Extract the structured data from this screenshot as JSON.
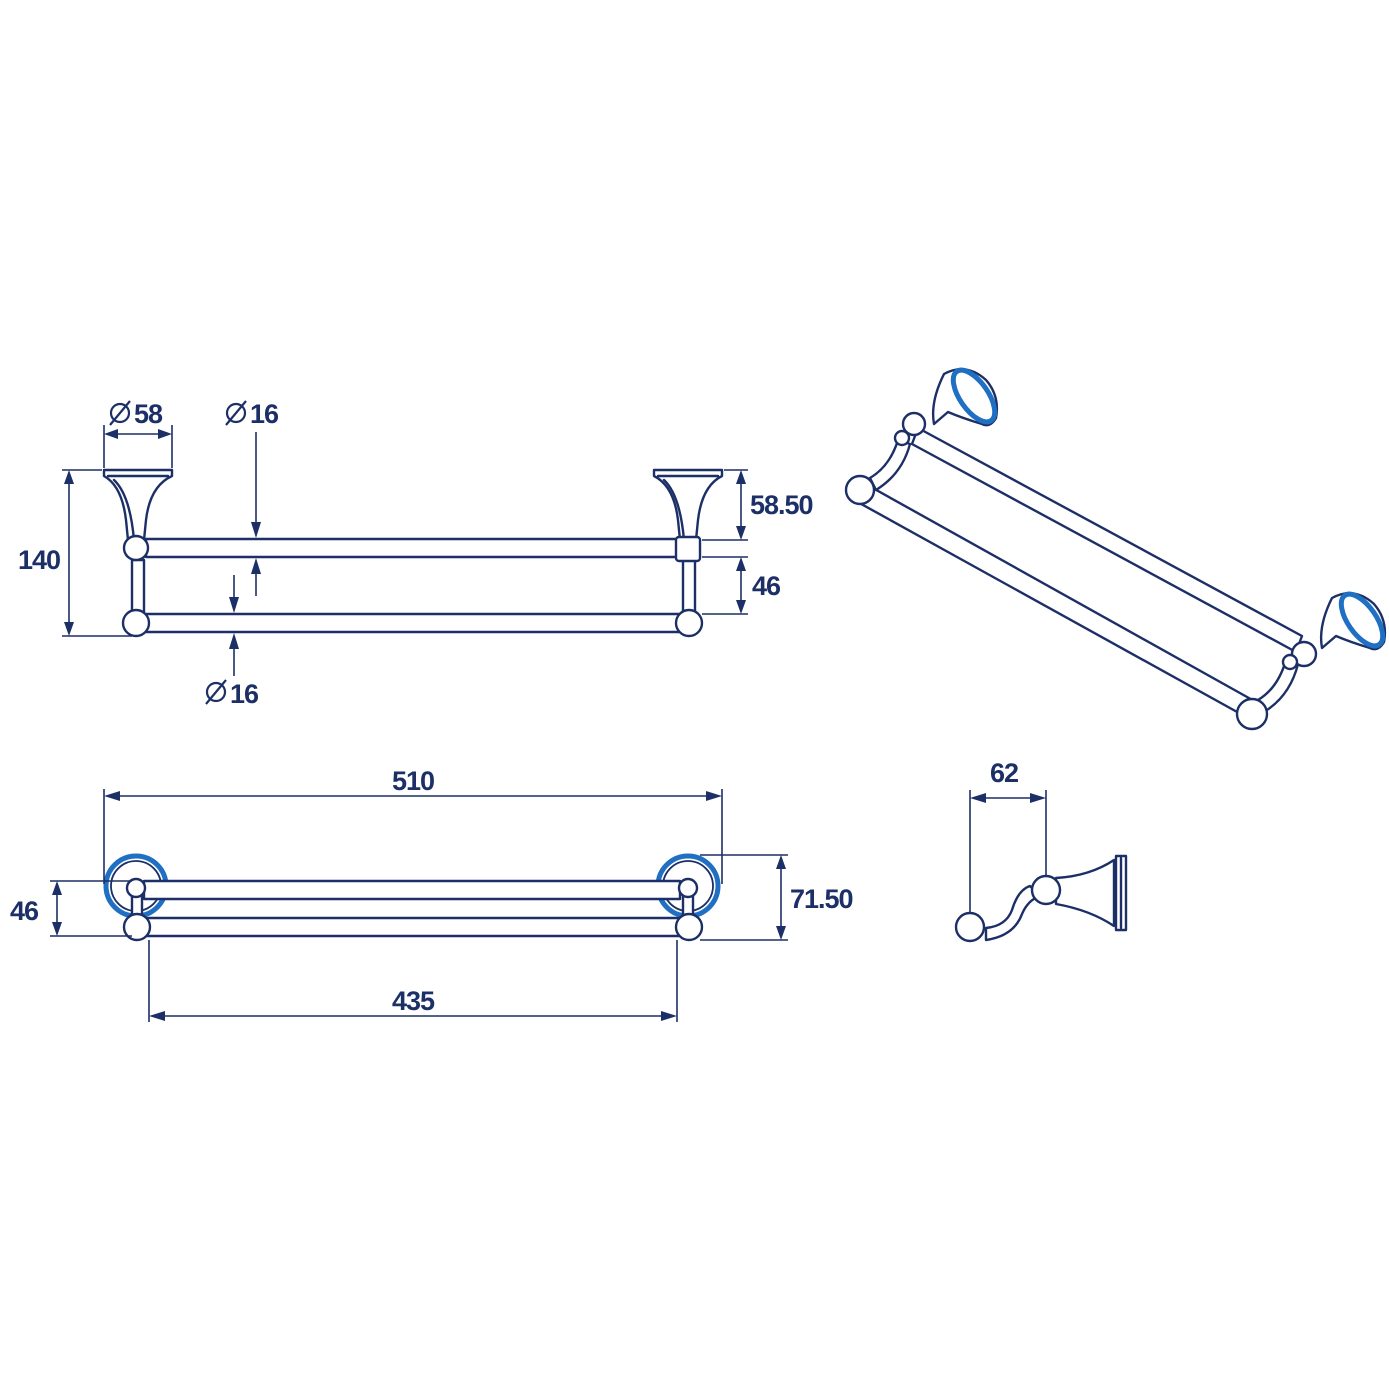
{
  "colors": {
    "outline": "#1c2f66",
    "accent_rim": "#1f6fc2",
    "background": "#ffffff"
  },
  "front_view": {
    "flange_diameter": "58",
    "upper_bar_diameter": "16",
    "lower_bar_diameter": "16",
    "total_height": "140",
    "bracket_height": "58.50",
    "bar_spacing": "46"
  },
  "top_view": {
    "overall_length": "510",
    "bar_length": "435",
    "bar_spacing": "46",
    "projection": "71.50"
  },
  "side_view": {
    "depth": "62"
  },
  "diameter_symbol": "phi-icon"
}
